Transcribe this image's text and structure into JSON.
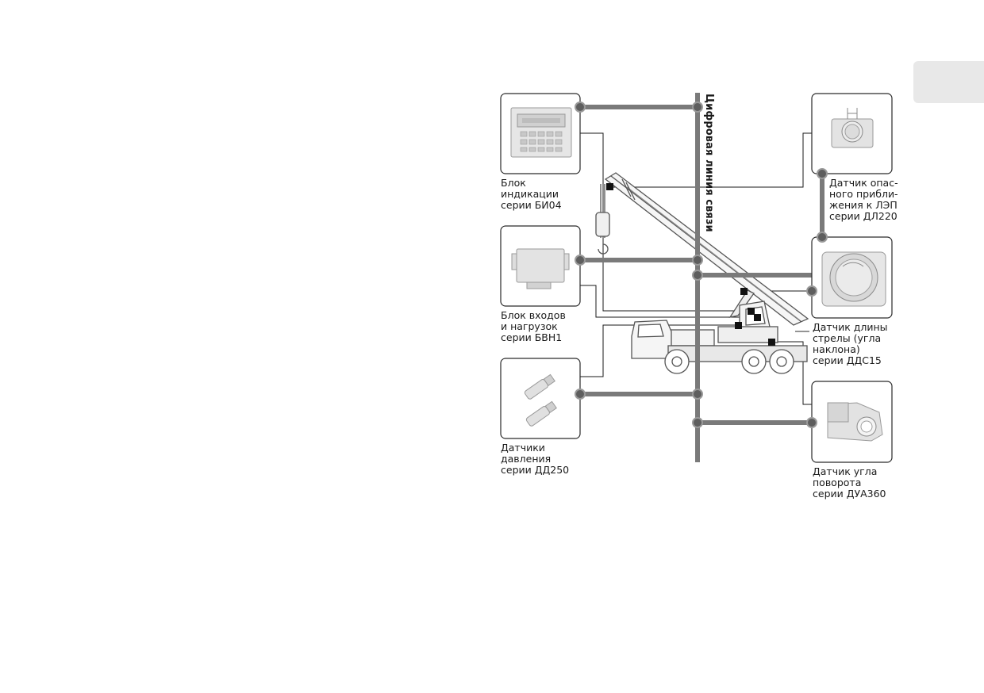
{
  "bus_label": "Цифровая линия связи",
  "devices": {
    "bi04": "Блок\nиндикации\nсерии БИ04",
    "bvn1": "Блок входов\nи нагрузок\nсерии БВН1",
    "dd250": "Датчики\nдавления\nсерии ДД250",
    "dl220": "Датчик опас-\nного прибли-\nжения к ЛЭП\nсерии ДЛ220",
    "dds15": "Датчик длины\nстрелы (угла\nнаклона)\nсерии ДДС15",
    "dua360": "Датчик угла\nповорота\nсерии ДУА360"
  },
  "colors": {
    "bus": "#7a7a7a",
    "connector": "#5e5e5e",
    "frame": "#2a2a2a",
    "marker": "#111111",
    "side_tab": "#e8e8e8"
  }
}
